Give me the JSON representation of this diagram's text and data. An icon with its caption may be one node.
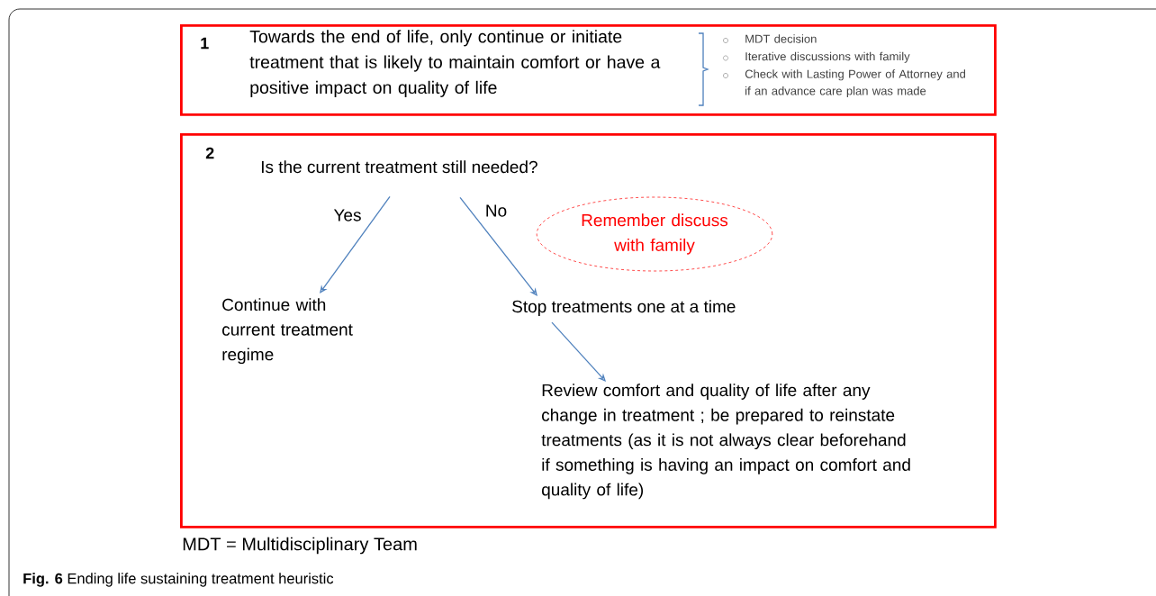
{
  "diagram": {
    "caption": "**Fig. 6** Ending life sustaining treatment heuristic",
    "nodes": [
      {
        "text": [
          "1",
          "Towards the end of life, only continue or initiate treatment that is likely to maintain comfort or have a positive impact on quality of life",
          "MDT decision",
          "Iterative discussions with family",
          "Check with Lasting Power of Attorney and if an advance care plan was made"
        ]
      },
      {
        "text": [
          "2"
        ]
      },
      {
        "text": [
          "Is the current treatment still needed?"
        ],
        "in": 1
      },
      {
        "text": [
          "Continue with current treatment regime"
        ],
        "in": 1
      },
      {
        "text": [
          "Stop treatments one at a time"
        ],
        "in": 1
      },
      {
        "text": [
          "Review comfort and quality of life after any change in treatment ; be prepared to reinstate treatments (as it is not always clear beforehand if something is having an impact on comfort and quality of life)"
        ],
        "in": 1
      },
      {
        "text": [
          "Remember discuss with family"
        ],
        "in": 1
      }
    ],
    "edges": [
      {
        "from": 2,
        "to": 3,
        "arrow": "to",
        "label": "Yes"
      },
      {
        "from": 2,
        "to": 4,
        "arrow": "to",
        "label": "No"
      },
      {
        "from": 4,
        "to": 5,
        "arrow": "to"
      }
    ],
    "labels": [
      "MDT = Multidisciplinary Team"
    ]
  }
}
